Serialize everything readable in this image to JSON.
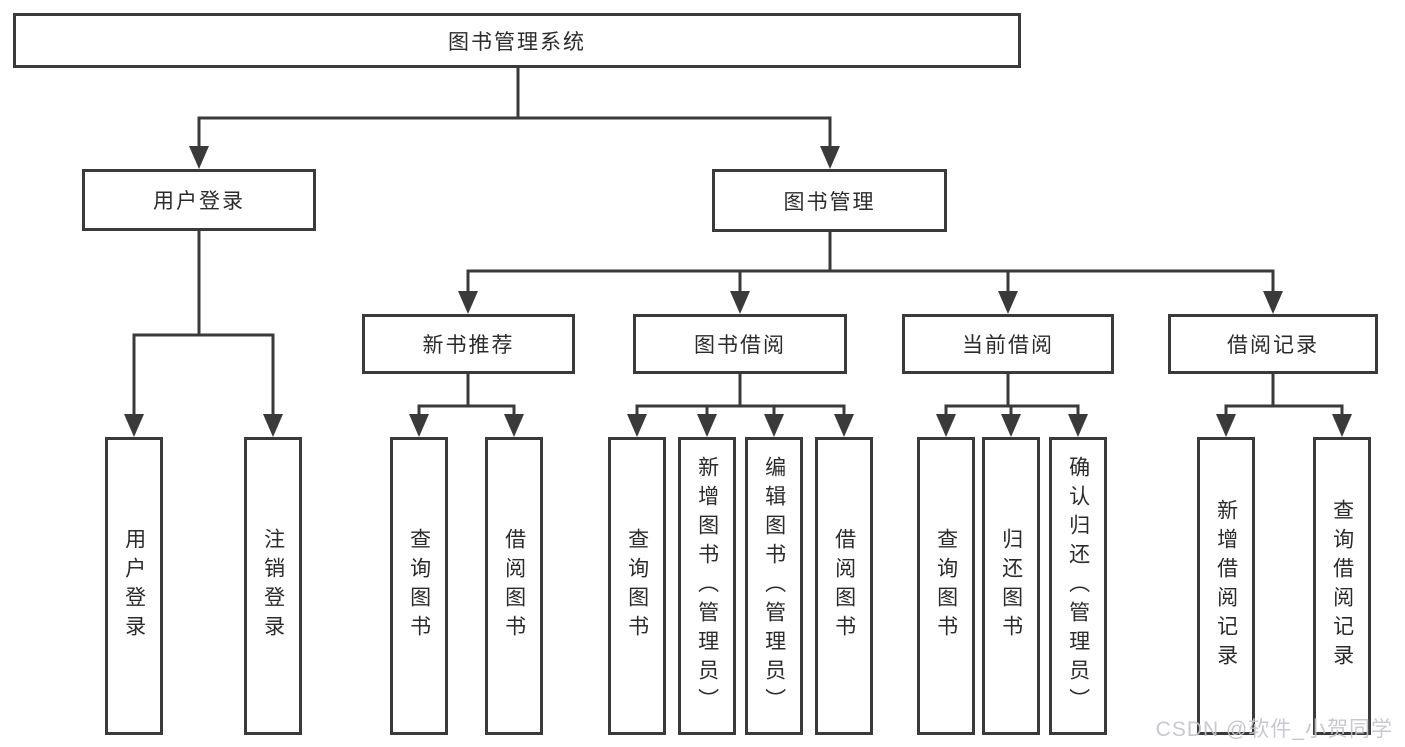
{
  "diagram": {
    "root": "图书管理系统",
    "level2": [
      {
        "label": "用户登录",
        "children": [
          "用户登录",
          "注销登录"
        ]
      },
      {
        "label": "图书管理",
        "children": [
          {
            "label": "新书推荐",
            "children": [
              "查询图书",
              "借阅图书"
            ]
          },
          {
            "label": "图书借阅",
            "children": [
              "查询图书",
              "新增图书（管理员）",
              "编辑图书（管理员）",
              "借阅图书"
            ]
          },
          {
            "label": "当前借阅",
            "children": [
              "查询图书",
              "归还图书",
              "确认归还（管理员）"
            ]
          },
          {
            "label": "借阅记录",
            "children": [
              "新增借阅记录",
              "查询借阅记录"
            ]
          }
        ]
      }
    ]
  },
  "colors": {
    "line": "#3a3a3a",
    "text": "#2b2b2b",
    "background": "#ffffff",
    "watermark": "#c3c3ca"
  },
  "watermark": "CSDN @软件_小贺同学"
}
